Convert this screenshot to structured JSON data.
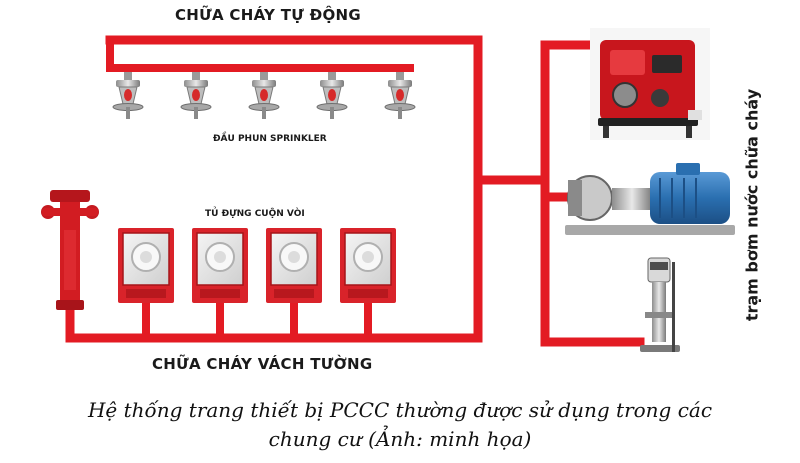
{
  "diagram": {
    "auto_title": "CHỮA CHÁY TỰ ĐỘNG",
    "sprinkler_label": "ĐẦU PHUN SPRINKLER",
    "hose_cabinet_label": "TỦ ĐỰNG CUỘN VÒI",
    "wall_title": "CHỮA CHÁY VÁCH TƯỜNG",
    "pump_station_label": "trạm bơm nước chữa cháy",
    "sprinkler_count": 5,
    "cabinet_count": 4,
    "colors": {
      "pipe": "#e31b23",
      "cabinet": "#d9232a",
      "pump": "#c8161d",
      "motor": "#2a6fb0"
    }
  },
  "caption": {
    "line1": "Hệ thống trang thiết bị PCCC thường được sử dụng trong các",
    "line2": "chung cư (Ảnh: minh họa)"
  }
}
